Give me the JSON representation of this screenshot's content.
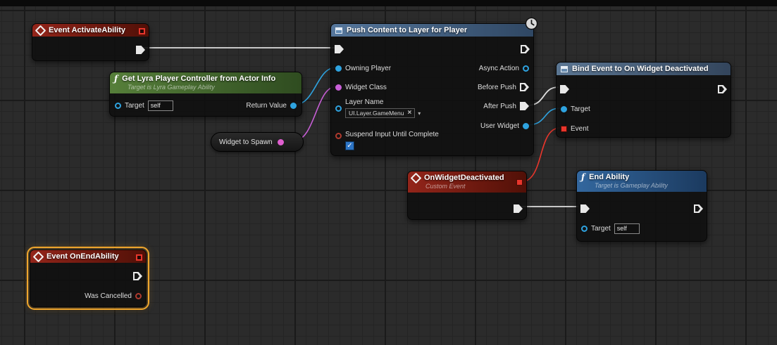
{
  "colors": {
    "exec_wire": "#dedede",
    "object_pin": "#2ea3e0",
    "class_pin": "#c95fd8",
    "delegate_pin": "#e8362c",
    "bool_pin": "#b03a2e",
    "selection_outline": "#efa62d"
  },
  "nodes": {
    "event_activate_ability": {
      "title": "Event ActivateAbility"
    },
    "get_lyra_player_controller": {
      "title": "Get Lyra Player Controller from Actor Info",
      "subtitle": "Target is Lyra Gameplay Ability",
      "target_label": "Target",
      "target_value": "self",
      "return_label": "Return Value"
    },
    "widget_to_spawn": {
      "label": "Widget to Spawn"
    },
    "push_content": {
      "title": "Push Content to Layer for Player",
      "pins": {
        "owning_player": "Owning Player",
        "widget_class": "Widget Class",
        "layer_name": "Layer Name",
        "suspend_input": "Suspend Input Until Complete",
        "async_action": "Async Action",
        "before_push": "Before Push",
        "after_push": "After Push",
        "user_widget": "User Widget"
      },
      "layer_name_value": "UI.Layer.GameMenu",
      "layer_clear_glyph": "×",
      "suspend_input_checked": true
    },
    "bind_event": {
      "title": "Bind Event to On Widget Deactivated",
      "pins": {
        "target": "Target",
        "event": "Event"
      }
    },
    "on_widget_deactivated": {
      "title": "OnWidgetDeactivated",
      "subtitle": "Custom Event"
    },
    "end_ability": {
      "title": "End Ability",
      "subtitle": "Target is Gameplay Ability",
      "target_label": "Target",
      "target_value": "self"
    },
    "event_on_end_ability": {
      "title": "Event OnEndAbility",
      "was_cancelled_label": "Was Cancelled"
    }
  }
}
